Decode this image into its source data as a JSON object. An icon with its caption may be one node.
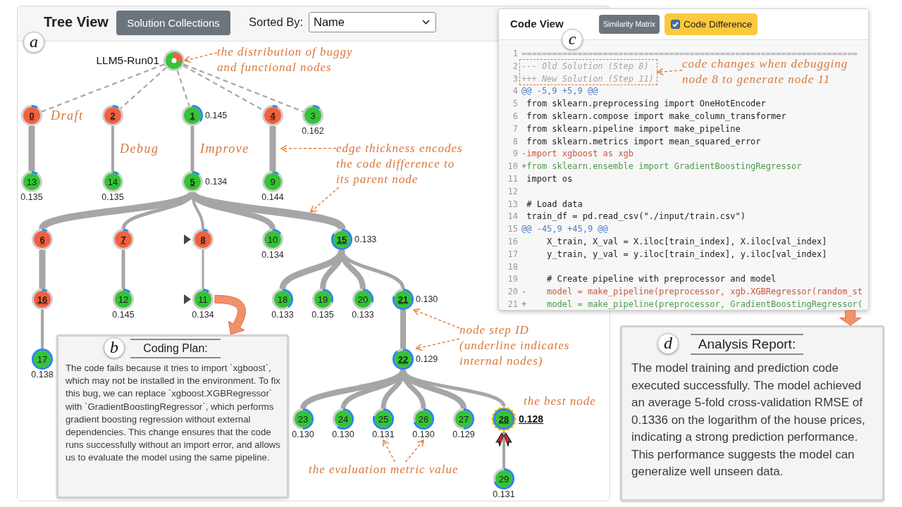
{
  "diagram": {
    "nodes": [
      {
        "text": [
          "Tree View"
        ]
      },
      {
        "text": [],
        "shape": "circle",
        "beside": [
          "LLM5-Run01"
        ],
        "in": 0
      },
      {
        "text": [
          "the distribution of buggy and functional nodes"
        ],
        "in": 0
      },
      {
        "text": [
          "0"
        ],
        "in": 0
      },
      {
        "text": [
          "2"
        ],
        "in": 0
      },
      {
        "text": [
          "1"
        ],
        "beside": [
          "0.145"
        ],
        "in": 0
      },
      {
        "text": [
          "4"
        ],
        "in": 0
      },
      {
        "text": [
          "3"
        ],
        "beside": [
          "0.162"
        ],
        "in": 0
      },
      {
        "text": [
          "edge thickness encodes the code difference to its parent node"
        ],
        "in": 0
      },
      {
        "text": [
          "13"
        ],
        "beside": [
          "0.135"
        ],
        "in": 0
      },
      {
        "text": [
          "14"
        ],
        "beside": [
          "0.135"
        ],
        "in": 0
      },
      {
        "text": [
          "5"
        ],
        "beside": [
          "0.134"
        ],
        "in": 0
      },
      {
        "text": [
          "9"
        ],
        "beside": [
          "0.144"
        ],
        "in": 0
      },
      {
        "text": [
          "6"
        ],
        "in": 0
      },
      {
        "text": [
          "7"
        ],
        "in": 0
      },
      {
        "text": [
          "8"
        ],
        "in": 0
      },
      {
        "text": [
          "10"
        ],
        "beside": [
          "0.134"
        ],
        "in": 0
      },
      {
        "text": [
          "15"
        ],
        "beside": [
          "0.133"
        ],
        "in": 0
      },
      {
        "text": [
          "16"
        ],
        "in": 0
      },
      {
        "text": [
          "12"
        ],
        "beside": [
          "0.145"
        ],
        "in": 0
      },
      {
        "text": [
          "11"
        ],
        "beside": [
          "0.134"
        ],
        "in": 0
      },
      {
        "text": [
          "18"
        ],
        "beside": [
          "0.133"
        ],
        "in": 0
      },
      {
        "text": [
          "19"
        ],
        "beside": [
          "0.135"
        ],
        "in": 0
      },
      {
        "text": [
          "20"
        ],
        "beside": [
          "0.133"
        ],
        "in": 0
      },
      {
        "text": [
          "21"
        ],
        "beside": [
          "0.130"
        ],
        "in": 0
      },
      {
        "text": [
          "node step ID (underline indicates internal nodes)"
        ],
        "in": 0
      },
      {
        "text": [
          "Coding Plan:",
          "The code fails because it tries to import `xgboost`, which may not be installed in the environment. To fix this bug, we can replace `xgboost.XGBRegressor` with `GradientBoostingRegressor`, which performs gradient boosting regression without external dependencies. This change ensures that the code runs successfully without an import error, and allows us to evaluate the model using the same pipeline."
        ],
        "in": 0
      },
      {
        "text": [
          "17"
        ],
        "beside": [
          "0.138"
        ],
        "in": 0
      },
      {
        "text": [
          "22"
        ],
        "beside": [
          "0.129"
        ],
        "in": 0
      },
      {
        "text": [
          "23"
        ],
        "beside": [
          "0.130"
        ],
        "in": 0
      },
      {
        "text": [
          "24"
        ],
        "beside": [
          "0.130"
        ],
        "in": 0
      },
      {
        "text": [
          "25"
        ],
        "beside": [
          "0.131"
        ],
        "in": 0
      },
      {
        "text": [
          "26"
        ],
        "beside": [
          "0.130"
        ],
        "in": 0
      },
      {
        "text": [
          "27"
        ],
        "beside": [
          "0.129"
        ],
        "in": 0
      },
      {
        "text": [
          "28"
        ],
        "beside": [
          "0.128"
        ],
        "in": 0
      },
      {
        "text": [
          "29"
        ],
        "beside": [
          "0.131"
        ],
        "in": 0
      },
      {
        "text": [
          "the evaluation metric value"
        ],
        "in": 0
      },
      {
        "text": [
          "Code View"
        ]
      },
      {
        "text": [],
        "shape": "box",
        "in": 37
      },
      {
        "text": [
          "code changes when debugging node 8 to generate node 11"
        ],
        "in": 37
      },
      {
        "text": [
          "Analysis Report:",
          "The model training and prediction code executed successfully. The model achieved an average 5-fold cross-validation RMSE of 0.1336 on the logarithm of the house prices, indicating a strong prediction performance. This performance suggests the model can generalize well unseen data."
        ]
      }
    ],
    "edges": [
      {
        "from": 1,
        "to": 3,
        "arrow": "none",
        "style": "dashed"
      },
      {
        "from": 1,
        "to": 4,
        "arrow": "none",
        "style": "dashed"
      },
      {
        "from": 1,
        "to": 5,
        "arrow": "none",
        "style": "dashed"
      },
      {
        "from": 1,
        "to": 6,
        "arrow": "none",
        "style": "dashed"
      },
      {
        "from": 1,
        "to": 7,
        "arrow": "none",
        "style": "dashed"
      },
      {
        "from": 3,
        "to": 9,
        "arrow": "none",
        "style": "thick"
      },
      {
        "from": 4,
        "to": 10,
        "arrow": "none"
      },
      {
        "from": 5,
        "to": 11,
        "arrow": "none"
      },
      {
        "from": 6,
        "to": 12,
        "arrow": "none",
        "style": "thick"
      },
      {
        "from": 11,
        "to": 13,
        "arrow": "none",
        "style": "thick"
      },
      {
        "from": 11,
        "to": 14,
        "arrow": "none"
      },
      {
        "from": 11,
        "to": 15,
        "arrow": "none"
      },
      {
        "from": 11,
        "to": 16,
        "arrow": "none"
      },
      {
        "from": 11,
        "to": 17,
        "arrow": "none",
        "style": "thick"
      },
      {
        "from": 13,
        "to": 18,
        "arrow": "none",
        "style": "thick"
      },
      {
        "from": 14,
        "to": 19,
        "arrow": "none"
      },
      {
        "from": 15,
        "to": 20,
        "arrow": "none"
      },
      {
        "from": 17,
        "to": 21,
        "arrow": "none",
        "style": "thick"
      },
      {
        "from": 17,
        "to": 22,
        "arrow": "none"
      },
      {
        "from": 17,
        "to": 23,
        "arrow": "none"
      },
      {
        "from": 17,
        "to": 24,
        "arrow": "none"
      },
      {
        "from": 18,
        "to": 27,
        "arrow": "none"
      },
      {
        "from": 24,
        "to": 28,
        "arrow": "none"
      },
      {
        "from": 28,
        "to": 29,
        "arrow": "none"
      },
      {
        "from": 28,
        "to": 30,
        "arrow": "none"
      },
      {
        "from": 28,
        "to": 31,
        "arrow": "none"
      },
      {
        "from": 28,
        "to": 32,
        "arrow": "none"
      },
      {
        "from": 28,
        "to": 33,
        "arrow": "none"
      },
      {
        "from": 28,
        "to": 34,
        "arrow": "none"
      },
      {
        "from": 34,
        "to": 35,
        "arrow": "none"
      },
      {
        "from": 2,
        "to": 1,
        "arrow": "to",
        "style": "dashed",
        "color": "#e07b39"
      },
      {
        "from": 8,
        "to": null,
        "arrow": "to",
        "style": "dashed",
        "color": "#e07b39"
      },
      {
        "from": 8,
        "to": null,
        "arrow": "to",
        "style": "dashed",
        "color": "#e07b39"
      },
      {
        "from": 25,
        "to": 24,
        "arrow": "to",
        "style": "dashed",
        "color": "#e07b39"
      },
      {
        "from": 25,
        "to": 28,
        "arrow": "to",
        "style": "dashed",
        "color": "#e07b39"
      },
      {
        "from": 36,
        "to": 31,
        "arrow": "to",
        "style": "dashed",
        "color": "#e07b39"
      },
      {
        "from": 36,
        "to": 32,
        "arrow": "to",
        "style": "dashed",
        "color": "#e07b39"
      },
      {
        "from": 39,
        "to": 38,
        "arrow": "to",
        "style": "dashed",
        "color": "#e07b39"
      },
      {
        "from": 20,
        "to": 26,
        "arrow": "to",
        "style": "thick",
        "color": "#f0916b"
      },
      {
        "from": 37,
        "to": 40,
        "arrow": "to",
        "style": "thick",
        "color": "#f0916b"
      }
    ],
    "labels": [
      "Solution Collections",
      "Sorted By:",
      "Name",
      "Similarity Matrix",
      "Code Difference",
      "a",
      "c",
      "1",
      "==================================================================",
      "2",
      "--- Old Solution (Step 8)",
      "3",
      "+++ New Solution (Step 11)",
      "4",
      "@@ -5,9 +5,9 @@",
      "5",
      "from sklearn.preprocessing import OneHotEncoder",
      "6",
      "from sklearn.compose import make_column_transformer",
      "7",
      "from sklearn.pipeline import make_pipeline",
      "8",
      "from sklearn.metrics import mean_squared_error",
      "9",
      "-import xgboost as xgb",
      "10",
      "+from sklearn.ensemble import GradientBoostingRegressor",
      "11",
      "import os",
      "12",
      "13",
      "# Load data",
      "14",
      "train_df = pd.read_csv(\"./input/train.csv\")",
      "15",
      "@@ -45,9 +45,9 @@",
      "16",
      "X_train, X_val = X.iloc[train_index], X.iloc[val_index]",
      "17",
      "y_train, y_val = y.iloc[train_index], y.iloc[val_index]",
      "18",
      "19",
      "# Create pipeline with preprocessor and model",
      "20",
      "-    model = make_pipeline(preprocessor, xgb.XGBRegressor(random_st",
      "21",
      "+    model = make_pipeline(preprocessor, GradientBoostingRegressor(",
      "Draft",
      "Debug",
      "Improve",
      "b",
      "d",
      "the best node"
    ]
  }
}
